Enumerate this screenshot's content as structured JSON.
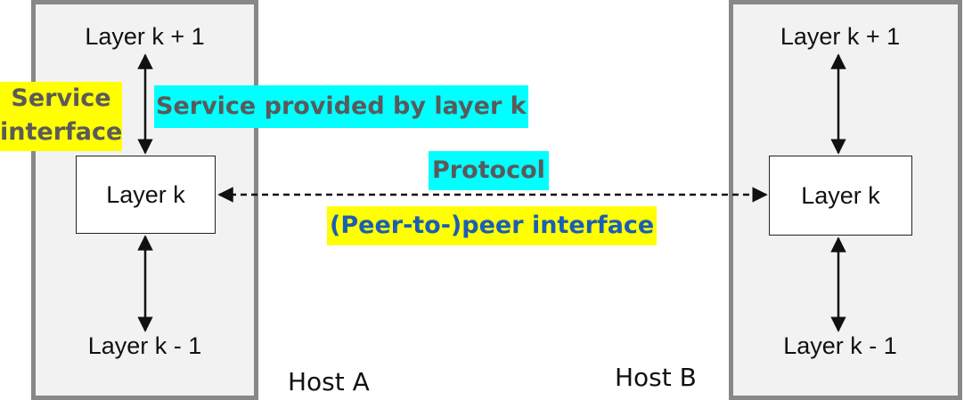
{
  "host_a": {
    "top_label": "Layer k + 1",
    "box_label": "Layer k",
    "bottom_label": "Layer k - 1",
    "name": "Host A"
  },
  "host_b": {
    "top_label": "Layer k + 1",
    "box_label": "Layer k",
    "bottom_label": "Layer k - 1",
    "name": "Host B"
  },
  "annotations": {
    "service_interface_line1": "Service",
    "service_interface_line2": "interface",
    "service_provided": "Service provided by layer k",
    "protocol": "Protocol",
    "peer_interface": "(Peer-to-)peer interface"
  },
  "colors": {
    "yellow_highlight": "#ffff00",
    "cyan_highlight": "#00ffff",
    "host_fill": "#f2f2f2",
    "host_border": "#888888"
  }
}
